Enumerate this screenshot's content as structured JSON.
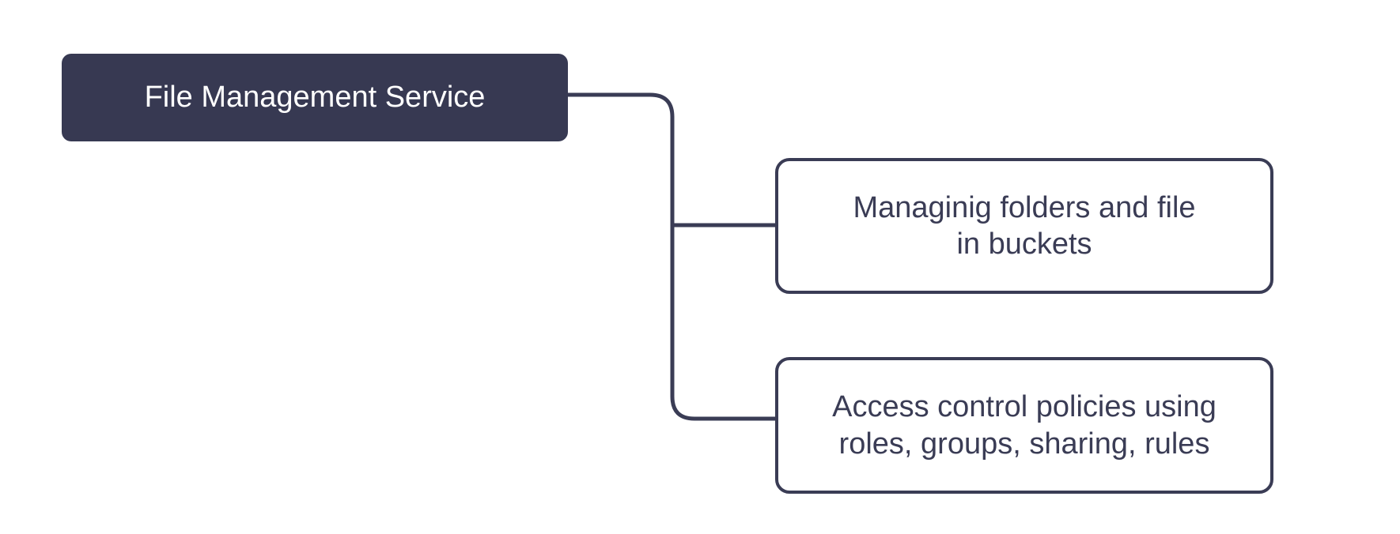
{
  "diagram": {
    "type": "mind-map",
    "orientation": "left-to-right",
    "background_color": "#ffffff",
    "accent_color": "#373952",
    "connector_color": "#3a3c55",
    "root": {
      "label": "File Management Service",
      "fill_color": "#373952",
      "text_color": "#ffffff"
    },
    "children": [
      {
        "label": "Managinig folders and file\nin buckets",
        "fill_color": "#ffffff",
        "text_color": "#3a3c55",
        "border_color": "#3a3c55"
      },
      {
        "label": "Access control policies using\nroles, groups, sharing, rules",
        "fill_color": "#ffffff",
        "text_color": "#3a3c55",
        "border_color": "#3a3c55"
      }
    ]
  }
}
